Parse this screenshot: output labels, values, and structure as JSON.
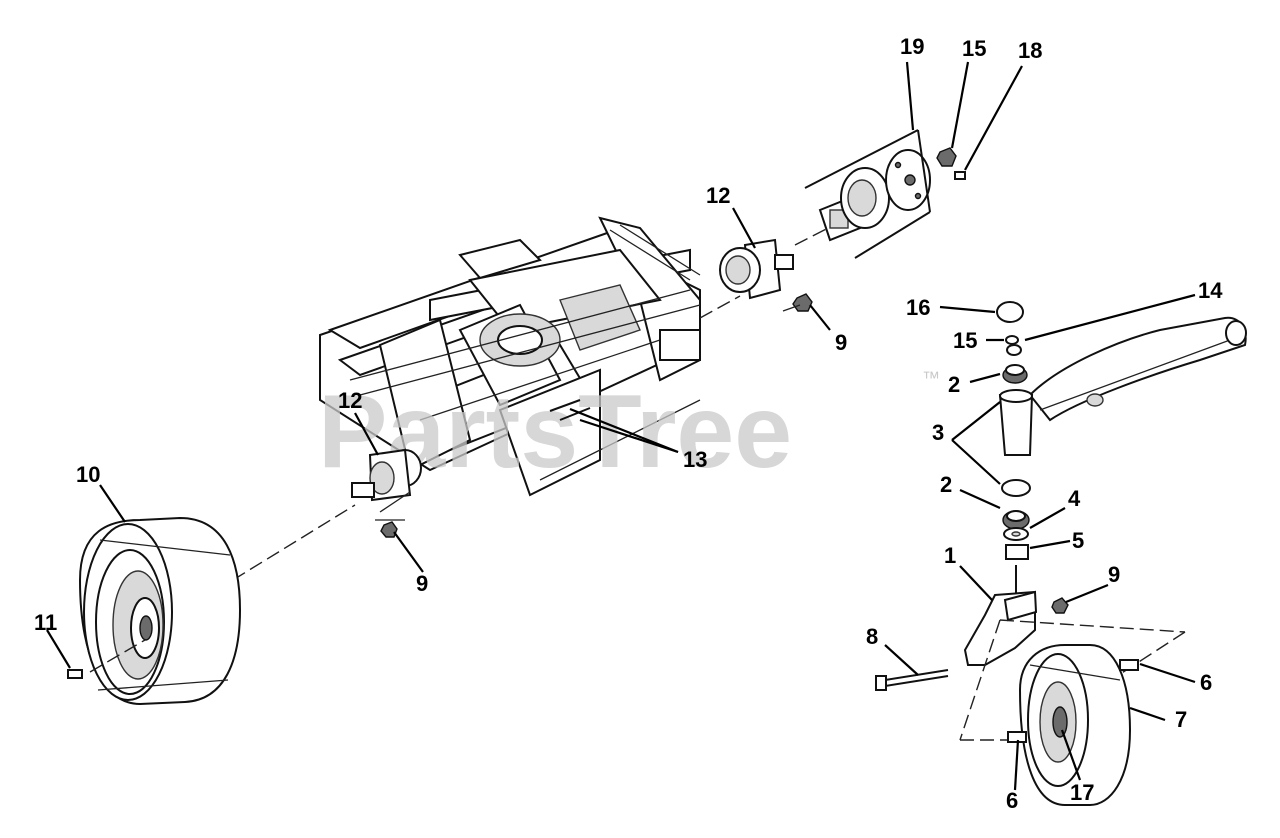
{
  "watermark": {
    "text": "PartsTree",
    "trademark": "™"
  },
  "callouts": {
    "c19": "19",
    "c15a": "15",
    "c18": "18",
    "c12a": "12",
    "c9a": "9",
    "c16": "16",
    "c14": "14",
    "c15b": "15",
    "c2a": "2",
    "c3": "3",
    "c12b": "12",
    "c13": "13",
    "c10": "10",
    "c2b": "2",
    "c4": "4",
    "c5": "5",
    "c1": "1",
    "c9b": "9",
    "c9c": "9",
    "c11": "11",
    "c8": "8",
    "c6a": "6",
    "c7": "7",
    "c6b": "6",
    "c17": "17"
  }
}
